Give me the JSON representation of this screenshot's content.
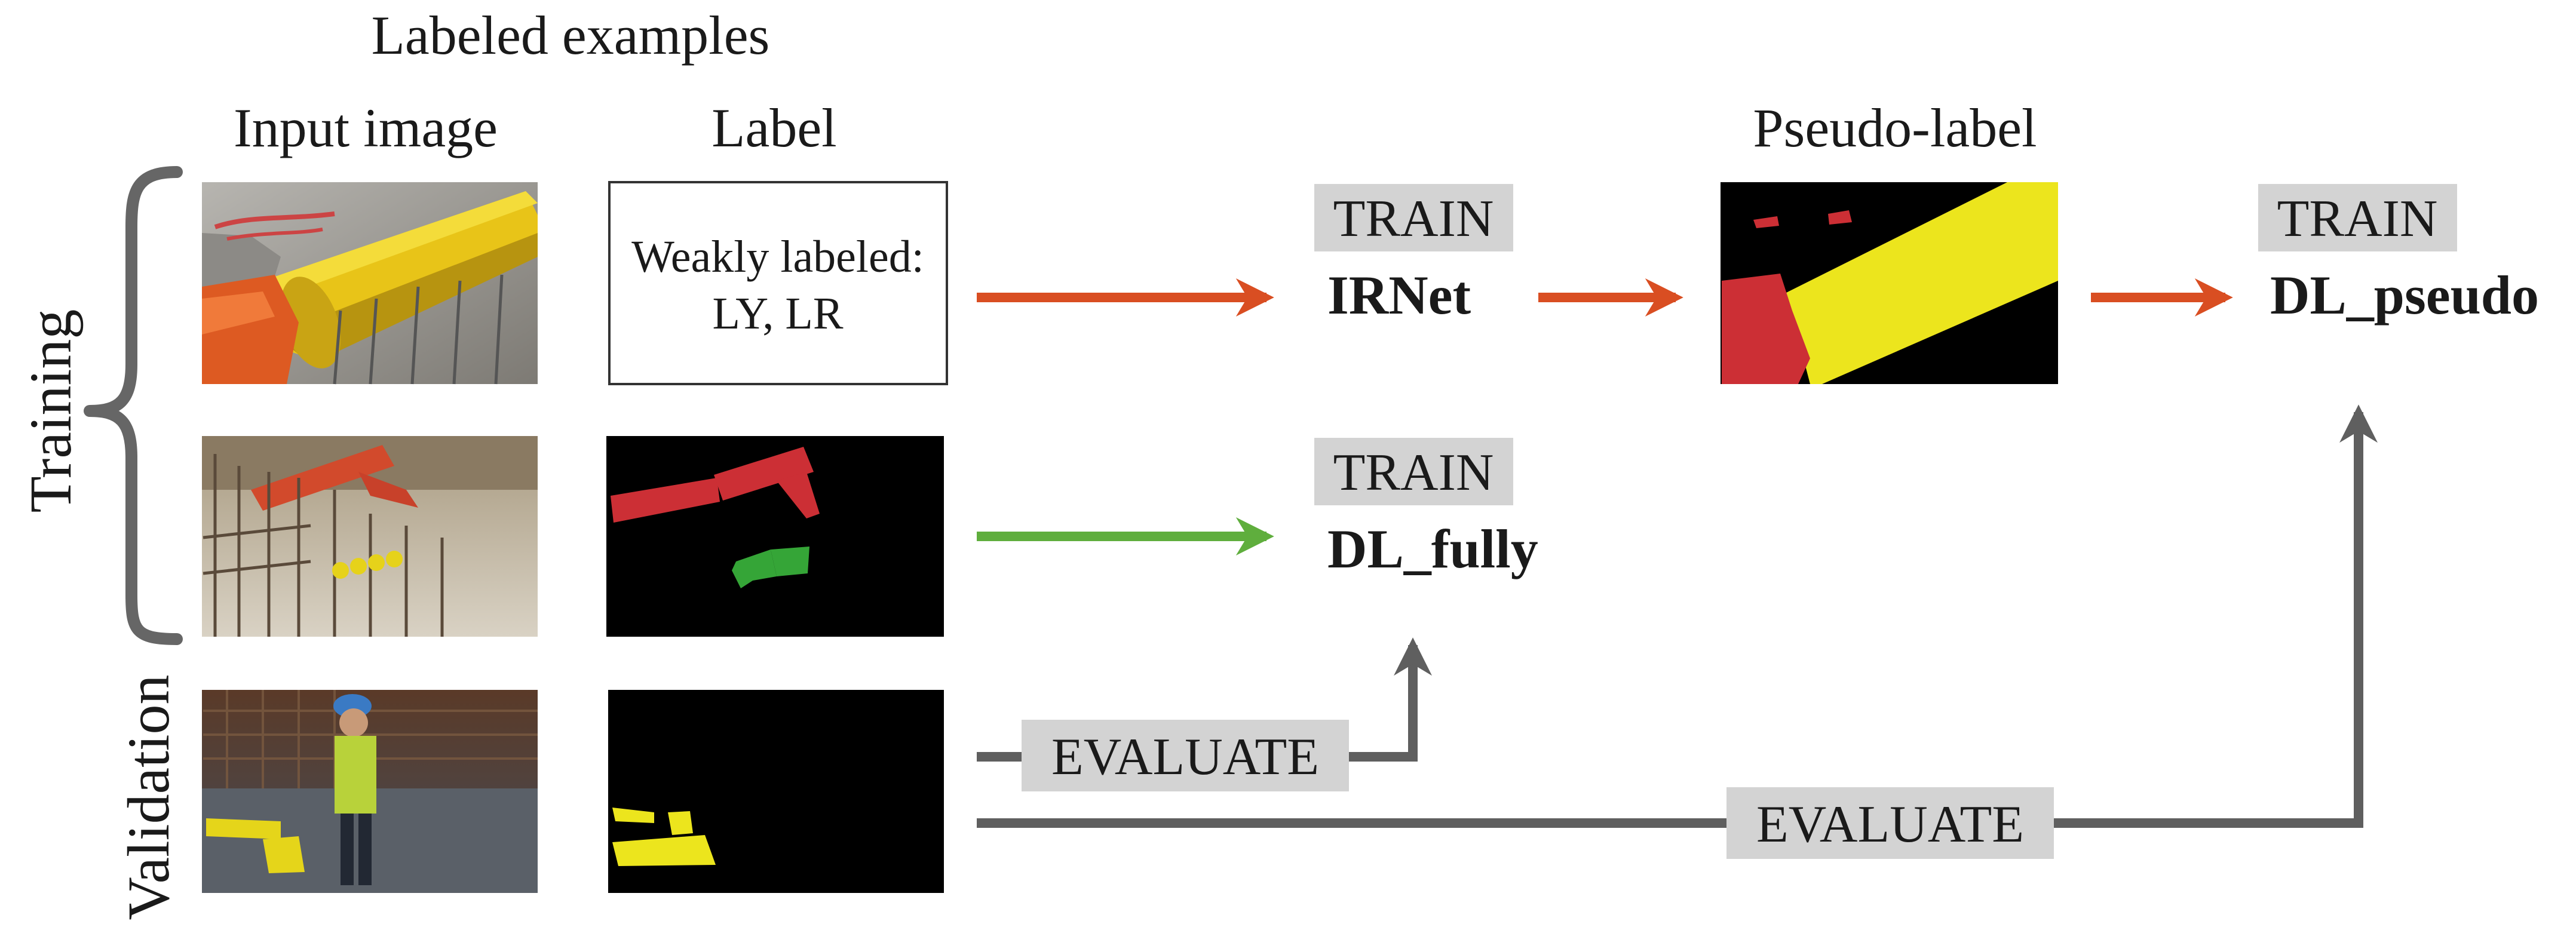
{
  "header": {
    "labeled_examples": "Labeled examples",
    "input_image": "Input image",
    "label": "Label",
    "pseudo_label": "Pseudo-label"
  },
  "side_labels": {
    "training": "Training",
    "validation": "Validation"
  },
  "weak_label": {
    "line1": "Weakly labeled:",
    "line2": "LY, LR"
  },
  "models": {
    "irnet": {
      "tag": "TRAIN",
      "name": "IRNet"
    },
    "dl_fully": {
      "tag": "TRAIN",
      "name": "DL_fully"
    },
    "dl_pseudo": {
      "tag": "TRAIN",
      "name": "DL_pseudo"
    }
  },
  "evaluate": {
    "short": "EVALUATE",
    "long": "EVALUATE"
  },
  "icons": {
    "photo_1": "yellow-pipe-photo",
    "photo_2": "construction-site-photo",
    "photo_3": "worker-photo",
    "mask_2": "segmentation-mask-red-green",
    "mask_3": "segmentation-mask-yellow",
    "pseudo_mask": "pseudo-label-mask"
  },
  "colors": {
    "orange_arrow": "#d94e22",
    "green_arrow": "#5fae3d",
    "gray_arrow": "#5f5f5f",
    "tag_bg": "#d3d3d3",
    "mask_red": "#cc2f35",
    "mask_green": "#35a537",
    "mask_yellow": "#ece51d"
  }
}
